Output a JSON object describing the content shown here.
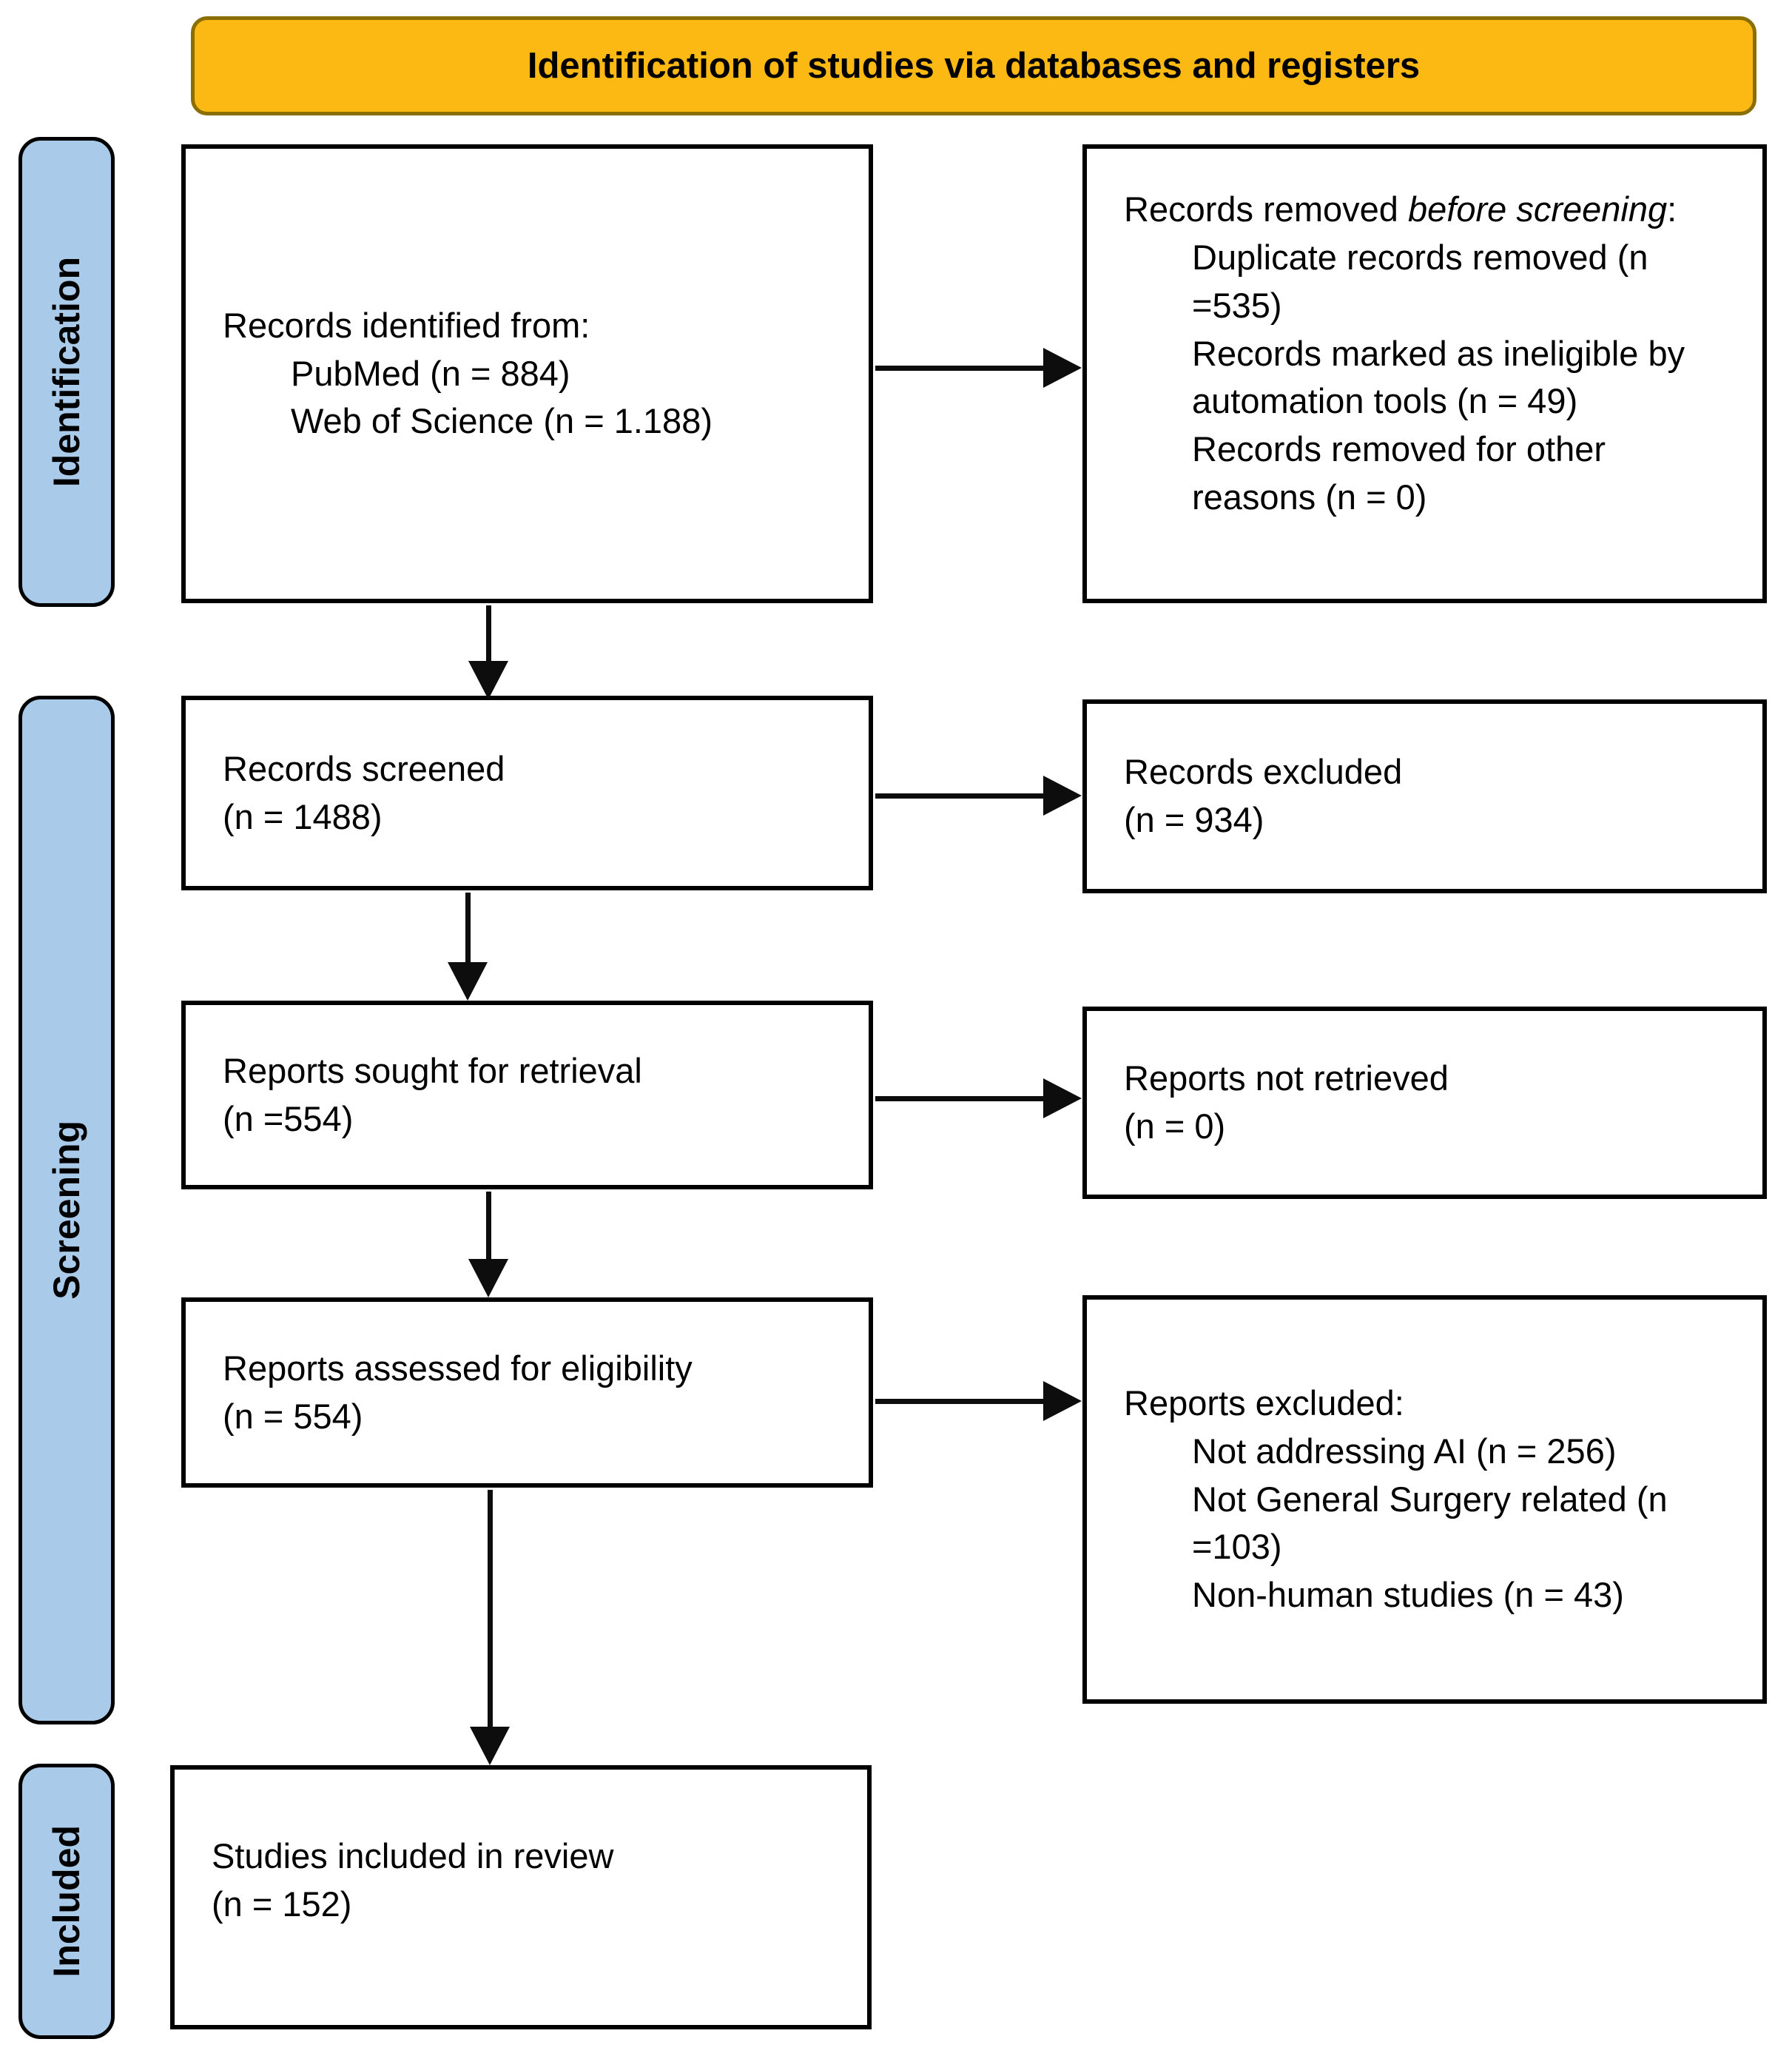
{
  "header": {
    "title": "Identification of studies via databases and registers"
  },
  "colors": {
    "banner_bg": "#FDB913",
    "banner_border": "#8a6e00",
    "stage_bg": "#A9CBE9",
    "box_border": "#000000",
    "arrow": "#0d0d0d"
  },
  "stages": [
    {
      "label": "Identification"
    },
    {
      "label": "Screening"
    },
    {
      "label": "Included"
    }
  ],
  "boxes": {
    "records_identified": {
      "line1": "Records identified from:",
      "items": [
        "PubMed (n = 884)",
        "Web of Science (n = 1.188)"
      ]
    },
    "records_removed": {
      "line1_normal": "Records removed ",
      "line1_italic": "before screening",
      "line1_colon": ":",
      "items": [
        "Duplicate records removed (n =535)",
        "Records marked as ineligible by automation tools (n = 49)",
        "Records removed for other reasons (n = 0)"
      ]
    },
    "records_screened": {
      "line1": "Records screened",
      "line2": "(n = 1488)"
    },
    "records_excluded": {
      "line1": "Records excluded",
      "line2": "(n = 934)"
    },
    "reports_sought": {
      "line1": "Reports sought for retrieval",
      "line2": "(n =554)"
    },
    "reports_not_retrieved": {
      "line1": "Reports not retrieved",
      "line2": "(n = 0)"
    },
    "reports_assessed": {
      "line1": "Reports assessed for eligibility",
      "line2": "(n = 554)"
    },
    "reports_excluded": {
      "line1": "Reports excluded:",
      "items": [
        "Not addressing AI (n = 256)",
        "Not General Surgery related (n =103)",
        "Non-human studies (n = 43)"
      ]
    },
    "studies_included": {
      "line1": "Studies included in review",
      "line2": "(n = 152)"
    }
  }
}
